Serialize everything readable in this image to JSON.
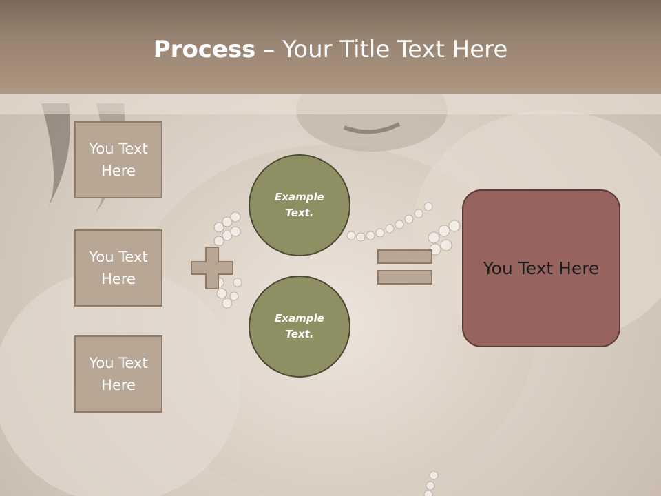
{
  "title": {
    "bold": "Process",
    "rest": " – Your Title Text Here"
  },
  "left_boxes": [
    {
      "label": "You Text Here"
    },
    {
      "label": "You Text Here"
    },
    {
      "label": "You Text Here"
    }
  ],
  "circles": [
    {
      "label": "Example Text."
    },
    {
      "label": "Example Text."
    }
  ],
  "result": {
    "label": "You Text Here"
  },
  "colors": {
    "title_band": "#a08b77",
    "side_box": "#b9a796",
    "circle": "#8e8f63",
    "result_box": "#97635f",
    "operator": "#b9a796"
  }
}
